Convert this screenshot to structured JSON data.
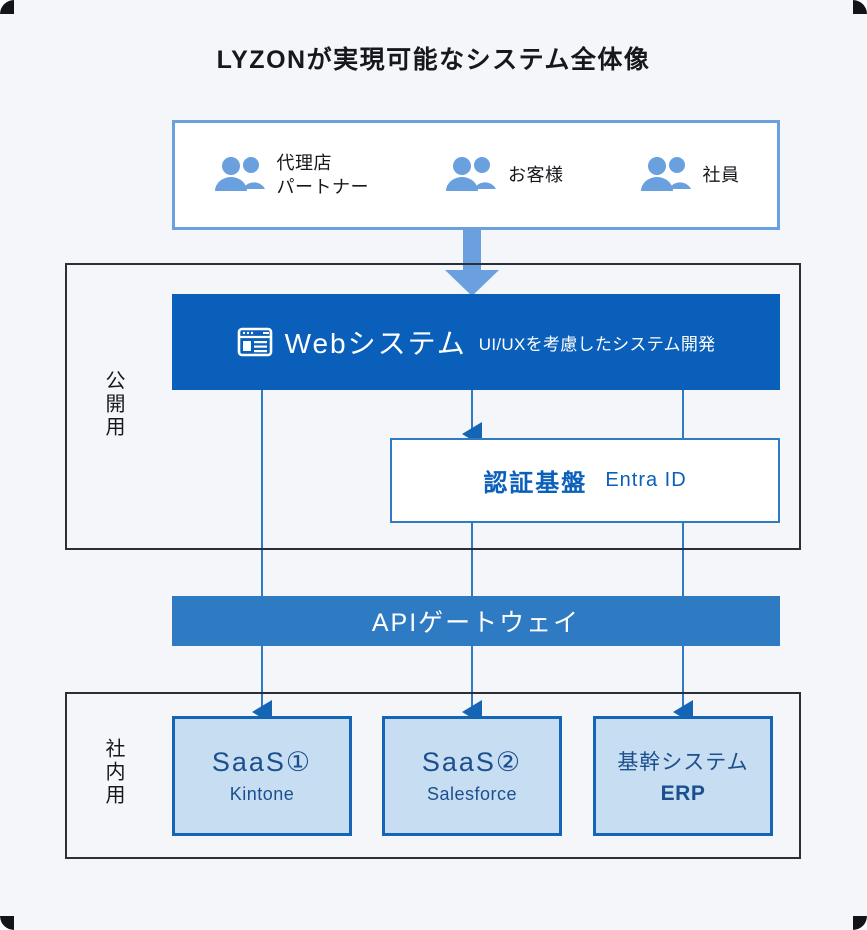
{
  "page": {
    "title": "LYZONが実現可能なシステム全体像",
    "colors": {
      "background": "#f5f6f9",
      "deep_blue": "#0a5fba",
      "mid_blue": "#2e7bc4",
      "light_blue_fill": "#c7ddf1",
      "icon_blue": "#6aa0dd",
      "frame_border": "#2b2f36",
      "text_dark": "#16181d",
      "saas_text": "#1b4f8f"
    }
  },
  "users_box": {
    "groups": [
      {
        "icon": "people-icon",
        "label": "代理店\nパートナー"
      },
      {
        "icon": "people-icon",
        "label": "お客様"
      },
      {
        "icon": "people-icon",
        "label": "社員"
      }
    ]
  },
  "zones": {
    "public": {
      "label": "公開用"
    },
    "internal": {
      "label": "社内用"
    }
  },
  "web_system": {
    "icon": "web-page-icon",
    "title": "Webシステム",
    "subtitle": "UI/UXを考慮したシステム開発"
  },
  "auth": {
    "title": "認証基盤",
    "subtitle": "Entra ID"
  },
  "api_gateway": {
    "label": "APIゲートウェイ"
  },
  "saas": [
    {
      "title": "SaaS①",
      "subtitle": "Kintone"
    },
    {
      "title": "SaaS②",
      "subtitle": "Salesforce"
    },
    {
      "title": "基幹システム",
      "subtitle": "ERP"
    }
  ]
}
